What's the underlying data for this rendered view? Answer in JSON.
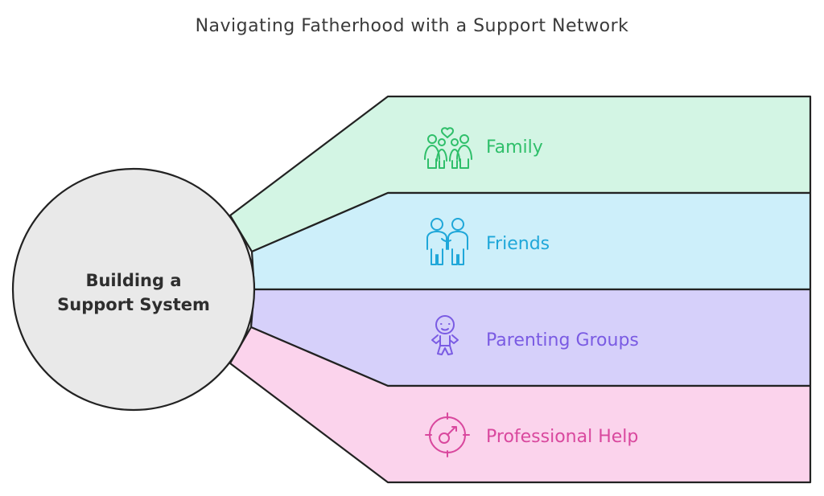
{
  "title": "Navigating Fatherhood with a Support Network",
  "center": {
    "line1": "Building a",
    "line2": "Support System"
  },
  "branches": [
    {
      "label": "Family",
      "icon": "family-icon",
      "fill": "#d3f5e4",
      "accent": "#2fbf6a"
    },
    {
      "label": "Friends",
      "icon": "friends-icon",
      "fill": "#cdeffa",
      "accent": "#1fa7d9"
    },
    {
      "label": "Parenting Groups",
      "icon": "baby-icon",
      "fill": "#d6d0fa",
      "accent": "#7a5be3"
    },
    {
      "label": "Professional Help",
      "icon": "target-icon",
      "fill": "#fbd3ec",
      "accent": "#d9489e"
    }
  ]
}
